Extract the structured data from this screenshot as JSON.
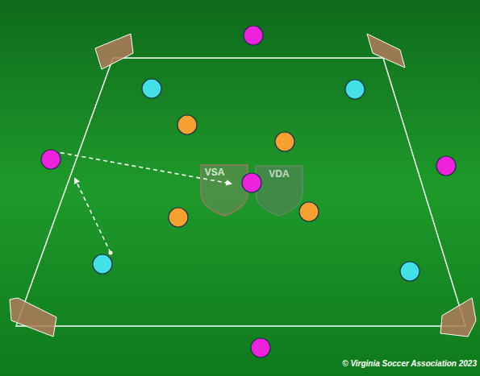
{
  "diagram": {
    "labels": [
      "VSA",
      "VDA",
      "© Virginia Soccer Association 2023"
    ]
  }
}
